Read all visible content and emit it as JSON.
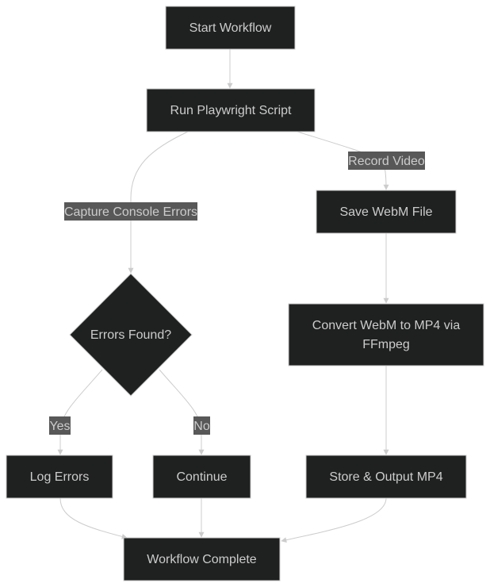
{
  "nodes": {
    "start": "Start Workflow",
    "run_script": "Run Playwright Script",
    "save_webm": "Save WebM File",
    "decision": "Errors Found?",
    "convert_line1": "Convert WebM to MP4 via",
    "convert_line2": "FFmpeg",
    "log_errors": "Log Errors",
    "continue": "Continue",
    "store_output": "Store & Output MP4",
    "complete": "Workflow Complete"
  },
  "edge_labels": {
    "record_video": "Record Video",
    "capture_errors": "Capture Console Errors",
    "yes": "Yes",
    "no": "No"
  },
  "colors": {
    "node_fill": "#1f2020",
    "node_stroke": "#cccccc",
    "text": "#cccccc",
    "edge": "#cccccc",
    "edge_label_bg": "#585858",
    "background": "#ffffff"
  }
}
